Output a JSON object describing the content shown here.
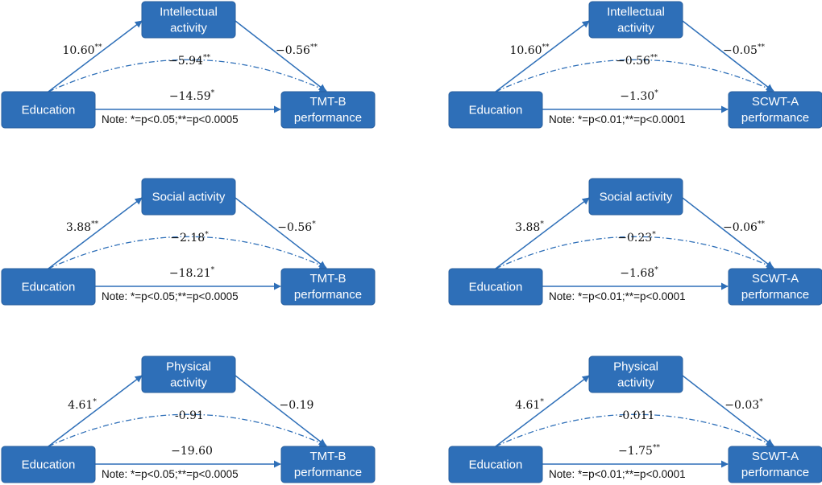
{
  "colors": {
    "box_fill": "#2e6fb8",
    "arrow": "#2e6fb8",
    "text": "#111111"
  },
  "panels": [
    {
      "id": "tmtb-intellectual",
      "source": "Education",
      "mediator": [
        "Intellectual",
        "activity"
      ],
      "outcome": [
        "TMT-B",
        "performance"
      ],
      "paths": {
        "a": {
          "value": "10.60",
          "sig": "**"
        },
        "b": {
          "value": "−0.56",
          "sig": "**"
        },
        "indirect": {
          "value": "−5.94",
          "sig": "**"
        },
        "direct": {
          "value": "−14.59",
          "sig": "*"
        }
      },
      "note": "Note: *=p<0.05;**=p<0.0005"
    },
    {
      "id": "scwta-intellectual",
      "source": "Education",
      "mediator": [
        "Intellectual",
        "activity"
      ],
      "outcome": [
        "SCWT-A",
        "performance"
      ],
      "paths": {
        "a": {
          "value": "10.60",
          "sig": "**"
        },
        "b": {
          "value": "−0.05",
          "sig": "**"
        },
        "indirect": {
          "value": "−0.56",
          "sig": "**"
        },
        "direct": {
          "value": "−1.30",
          "sig": "*"
        }
      },
      "note": "Note: *=p<0.01;**=p<0.0001"
    },
    {
      "id": "tmtb-social",
      "source": "Education",
      "mediator": [
        "Social activity"
      ],
      "outcome": [
        "TMT-B",
        "performance"
      ],
      "paths": {
        "a": {
          "value": "3.88",
          "sig": "**"
        },
        "b": {
          "value": "−0.56",
          "sig": "*"
        },
        "indirect": {
          "value": "−2.18",
          "sig": "*"
        },
        "direct": {
          "value": "−18.21",
          "sig": "*"
        }
      },
      "note": "Note: *=p<0.05;**=p<0.0005"
    },
    {
      "id": "scwta-social",
      "source": "Education",
      "mediator": [
        "Social activity"
      ],
      "outcome": [
        "SCWT-A",
        "performance"
      ],
      "paths": {
        "a": {
          "value": "3.88",
          "sig": "*"
        },
        "b": {
          "value": "−0.06",
          "sig": "**"
        },
        "indirect": {
          "value": "−0.23",
          "sig": "*"
        },
        "direct": {
          "value": "−1.68",
          "sig": "*"
        }
      },
      "note": "Note: *=p<0.01;**=p<0.0001"
    },
    {
      "id": "tmtb-physical",
      "source": "Education",
      "mediator": [
        "Physical",
        "activity"
      ],
      "outcome": [
        "TMT-B",
        "performance"
      ],
      "paths": {
        "a": {
          "value": "4.61",
          "sig": "*"
        },
        "b": {
          "value": "−0.19",
          "sig": ""
        },
        "indirect": {
          "value": "-0.91",
          "sig": ""
        },
        "direct": {
          "value": "−19.60",
          "sig": ""
        }
      },
      "note": "Note: *=p<0.05;**=p<0.0005"
    },
    {
      "id": "scwta-physical",
      "source": "Education",
      "mediator": [
        "Physical",
        "activity"
      ],
      "outcome": [
        "SCWT-A",
        "performance"
      ],
      "paths": {
        "a": {
          "value": "4.61",
          "sig": "*"
        },
        "b": {
          "value": "−0.03",
          "sig": "*"
        },
        "indirect": {
          "value": "-0.011",
          "sig": ""
        },
        "direct": {
          "value": "−1.75",
          "sig": "**"
        }
      },
      "note": "Note: *=p<0.01;**=p<0.0001"
    }
  ]
}
